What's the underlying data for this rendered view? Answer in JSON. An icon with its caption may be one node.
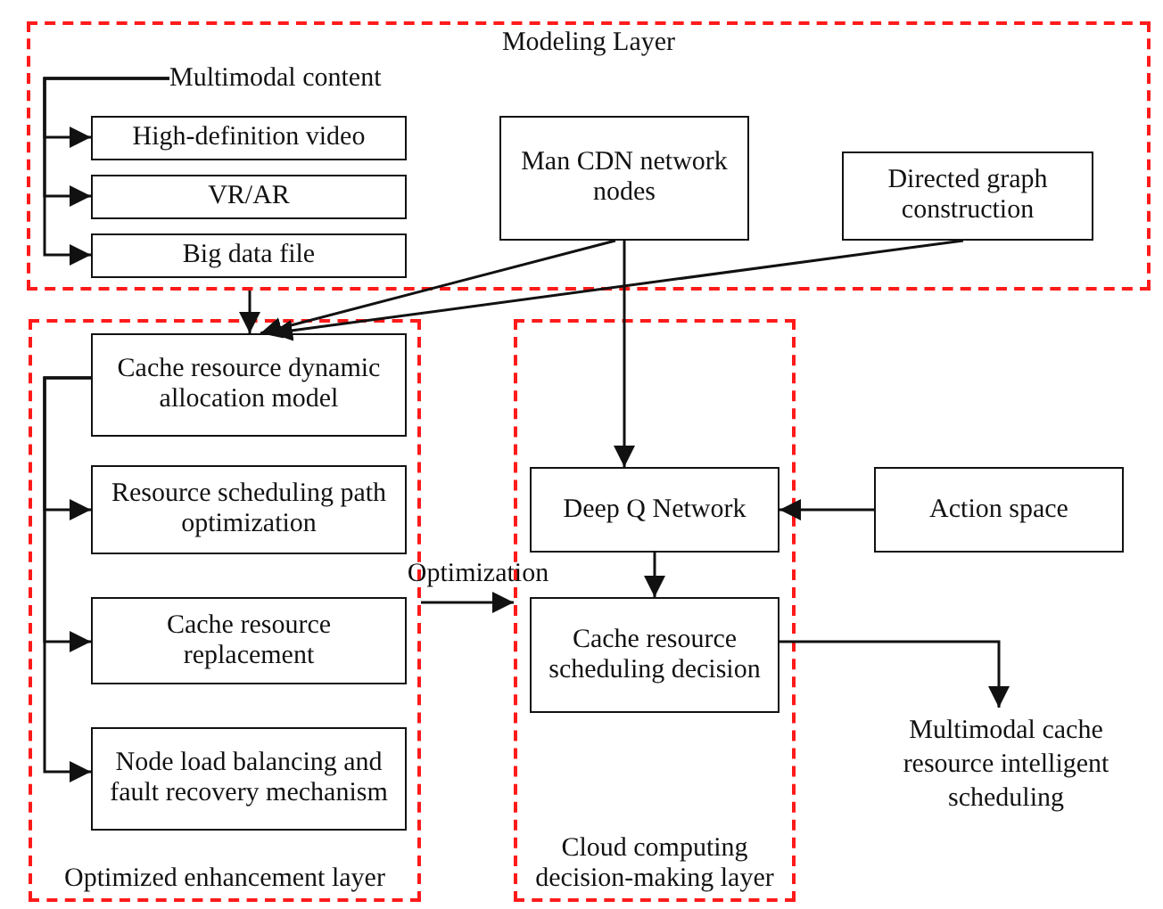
{
  "diagram": {
    "nodes": [
      {
        "text": [
          "Modeling Layer"
        ]
      },
      {
        "text": [
          "Multimodal content"
        ],
        "in": 0
      },
      {
        "text": [
          "High-definition video"
        ],
        "in": 0
      },
      {
        "text": [
          "VR/AR"
        ],
        "in": 0
      },
      {
        "text": [
          "Big data file"
        ],
        "in": 0
      },
      {
        "text": [
          "Man CDN network nodes"
        ],
        "in": 0
      },
      {
        "text": [
          "Directed graph construction"
        ],
        "in": 0
      },
      {
        "text": [
          "Optimized enhancement layer"
        ]
      },
      {
        "text": [
          "Cache resource dynamic allocation model"
        ],
        "in": 7
      },
      {
        "text": [
          "Resource scheduling path optimization"
        ],
        "in": 7
      },
      {
        "text": [
          "Cache resource replacement"
        ],
        "in": 7
      },
      {
        "text": [
          "Node load balancing and fault recovery mechanism"
        ],
        "in": 7
      },
      {
        "text": [
          "Cloud computing decision-making layer"
        ]
      },
      {
        "text": [
          "Deep Q Network"
        ],
        "in": 12
      },
      {
        "text": [
          "Cache resource scheduling decision"
        ],
        "in": 12
      },
      {
        "text": [
          "Action space"
        ]
      },
      {
        "text": [
          "Multimodal cache resource intelligent scheduling"
        ]
      }
    ],
    "edges": [
      {
        "from": 1,
        "to": 2,
        "arrow": "to"
      },
      {
        "from": 1,
        "to": 3,
        "arrow": "to"
      },
      {
        "from": 1,
        "to": 4,
        "arrow": "to"
      },
      {
        "from": 0,
        "to": 8,
        "arrow": "to"
      },
      {
        "from": 5,
        "to": 8,
        "arrow": "to"
      },
      {
        "from": 6,
        "to": 8,
        "arrow": "to"
      },
      {
        "from": 5,
        "to": 13,
        "arrow": "to"
      },
      {
        "from": 8,
        "to": 9,
        "arrow": "to"
      },
      {
        "from": 8,
        "to": 10,
        "arrow": "to"
      },
      {
        "from": 8,
        "to": 11,
        "arrow": "to"
      },
      {
        "from": 7,
        "to": 12,
        "arrow": "to",
        "label": "Optimization"
      },
      {
        "from": 15,
        "to": 13,
        "arrow": "to"
      },
      {
        "from": 13,
        "to": 14,
        "arrow": "to"
      },
      {
        "from": 14,
        "to": 16,
        "arrow": "to"
      }
    ]
  }
}
